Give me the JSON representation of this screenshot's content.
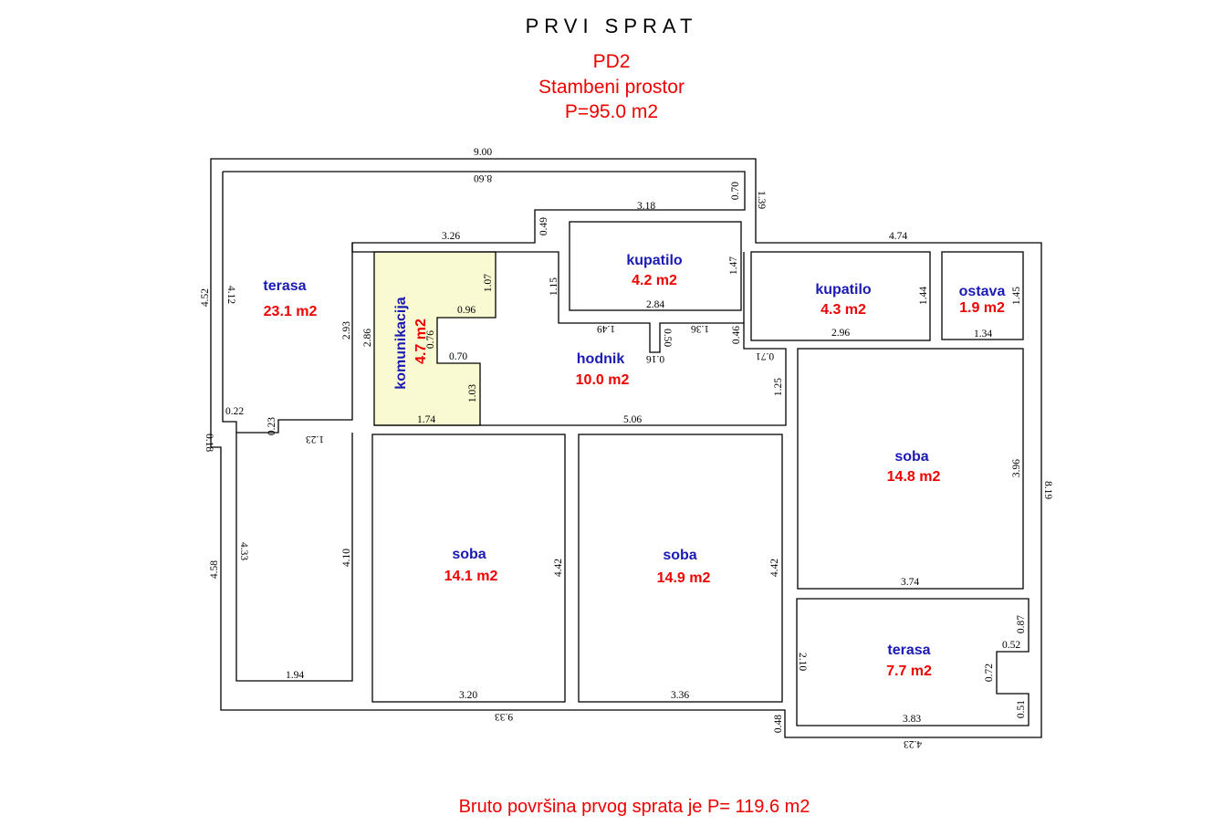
{
  "header": {
    "title": "PRVI SPRAT",
    "unit_code": "PD2",
    "unit_use": "Stambeni prostor",
    "unit_area": "P=95.0 m2"
  },
  "footer": {
    "gross_area": "Bruto površina prvog sprata je P= 119.6 m2"
  },
  "colors": {
    "room_name": "#1a1ab4",
    "room_area": "#e00000",
    "communication_fill": "#fafad2"
  },
  "rooms": {
    "terasa_west": {
      "name": "terasa",
      "area": "23.1 m2"
    },
    "komunikacija": {
      "name": "komunikacija",
      "area": "4.7 m2"
    },
    "kupatilo_1": {
      "name": "kupatilo",
      "area": "4.2 m2"
    },
    "hodnik": {
      "name": "hodnik",
      "area": "10.0 m2"
    },
    "kupatilo_2": {
      "name": "kupatilo",
      "area": "4.3 m2"
    },
    "ostava": {
      "name": "ostava",
      "area": "1.9 m2"
    },
    "soba_east": {
      "name": "soba",
      "area": "14.8 m2"
    },
    "soba_left": {
      "name": "soba",
      "area": "14.1 m2"
    },
    "soba_mid": {
      "name": "soba",
      "area": "14.9 m2"
    },
    "terasa_east": {
      "name": "terasa",
      "area": "7.7 m2"
    }
  },
  "dims": {
    "outer_top": "9.00",
    "inner_top": "8.60",
    "wall_070": "0.70",
    "right_139": "1.39",
    "d318": "3.18",
    "d049": "0.49",
    "d326": "3.26",
    "d474": "4.74",
    "left_452": "4.52",
    "left_412": "4.12",
    "d293": "2.93",
    "d286": "2.86",
    "d107": "1.07",
    "d096": "0.96",
    "d076": "0.76",
    "d070b": "0.70",
    "d103": "1.03",
    "d174": "1.74",
    "d115": "1.15",
    "k1_147": "1.47",
    "k1_284": "2.84",
    "d149": "1.49",
    "d050": "0.50",
    "d016": "0.16",
    "d136": "1.36",
    "d046": "0.46",
    "d071": "0.71",
    "d125": "1.25",
    "d506": "5.06",
    "k2_144": "1.44",
    "k2_296": "2.96",
    "o_145": "1.45",
    "o_134": "1.34",
    "d022": "0.22",
    "d023": "0.23",
    "d018": "0.18",
    "d123": "1.23",
    "s_396": "3.96",
    "s_374": "3.74",
    "d819": "8.19",
    "d433": "4.33",
    "d458": "4.58",
    "d410": "4.10",
    "d194": "1.94",
    "s1_442": "4.42",
    "s1_320": "3.20",
    "s2_442": "4.42",
    "s2_336": "3.36",
    "d933": "9.33",
    "d048": "0.48",
    "t_210": "2.10",
    "t_087": "0.87",
    "t_052": "0.52",
    "t_072": "0.72",
    "t_051": "0.51",
    "t_383": "3.83",
    "d423": "4.23"
  }
}
